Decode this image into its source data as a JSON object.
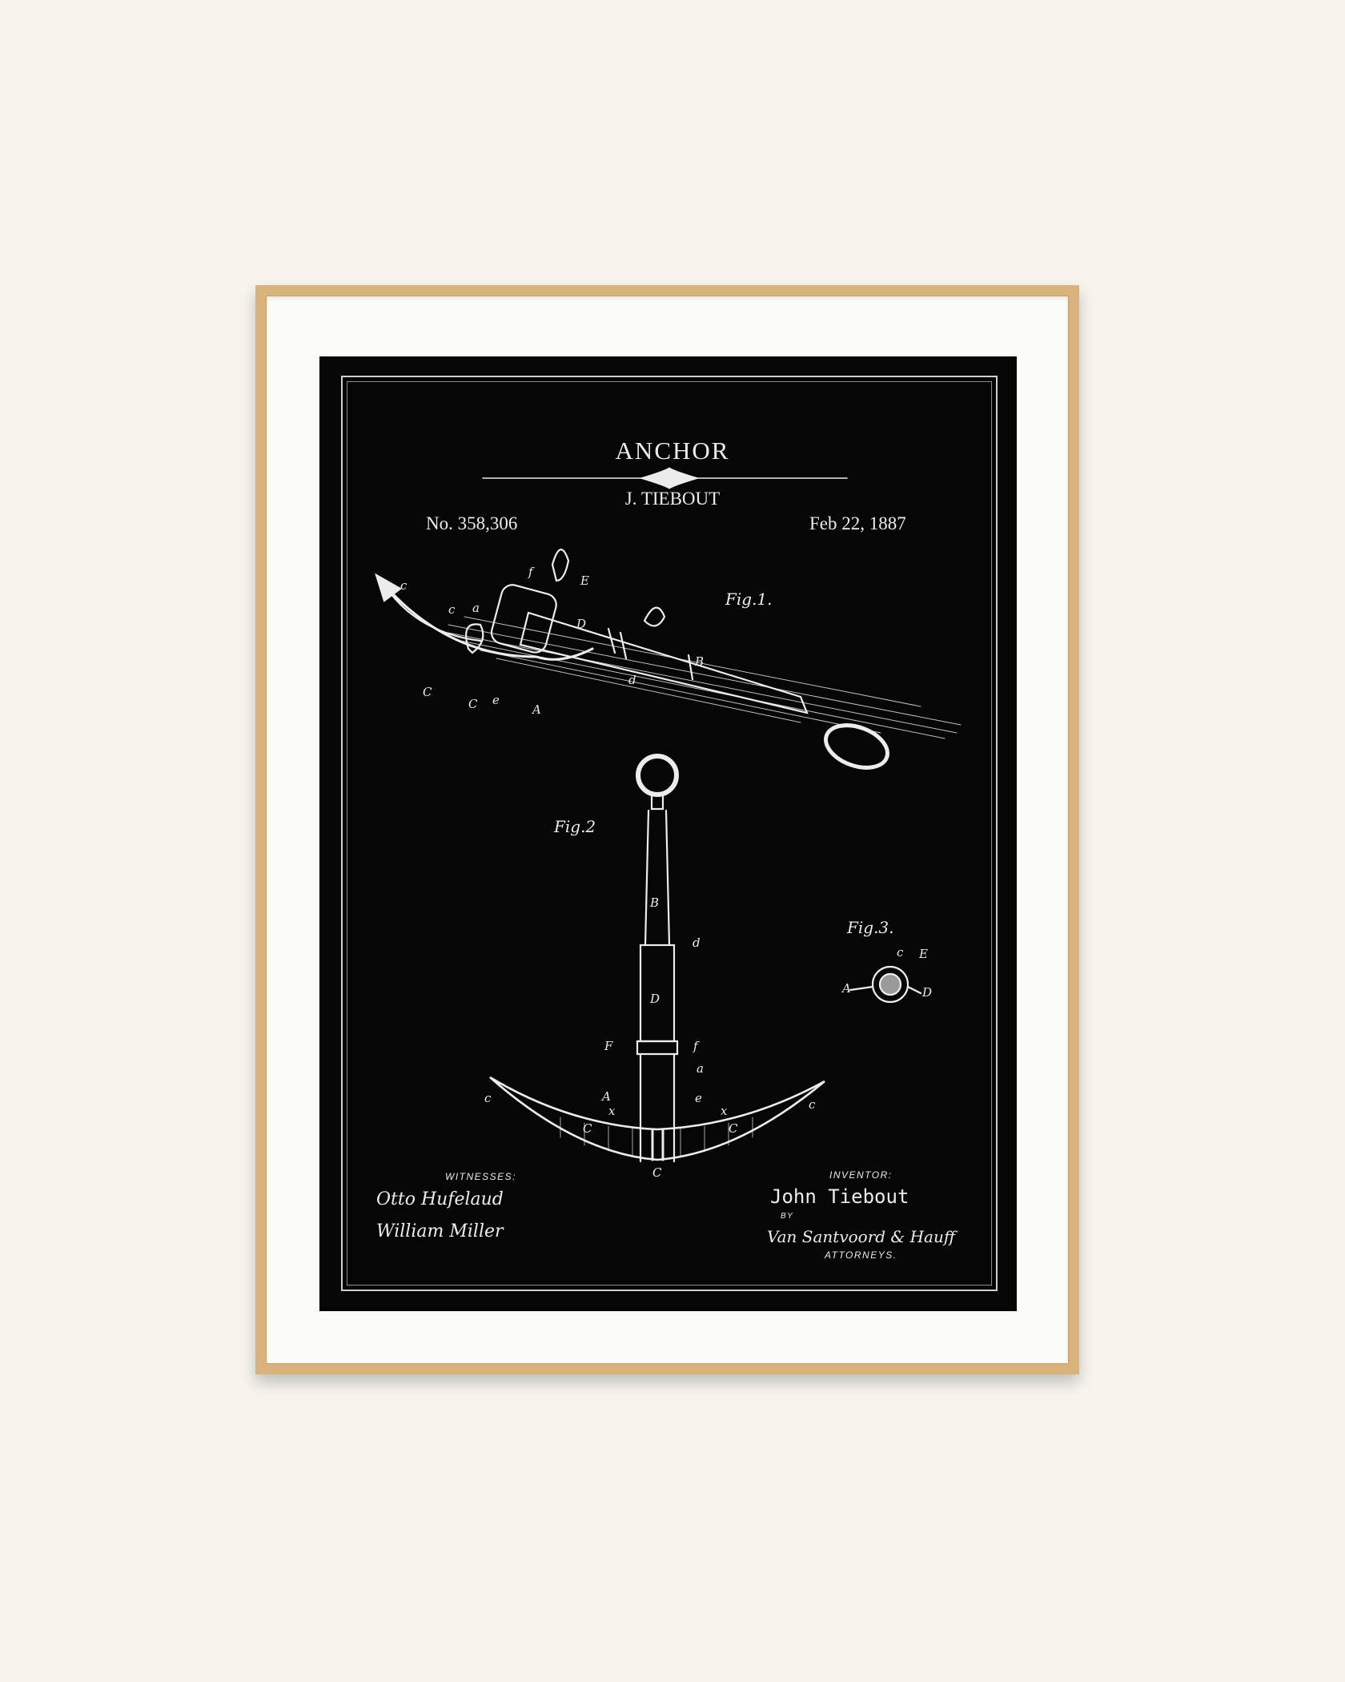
{
  "poster": {
    "title": "ANCHOR",
    "inventor_short": "J. TIEBOUT",
    "patent_number": "No. 358,306",
    "date": "Feb 22, 1887",
    "figures": [
      "Fig.1.",
      "Fig.2",
      "Fig.3."
    ],
    "witnesses_caption": "WITNESSES:",
    "witness_signatures": [
      "Otto Hufelaud",
      "William Miller"
    ],
    "inventor_caption": "INVENTOR:",
    "inventor_signature": "John Tiebout",
    "by_caption": "BY",
    "attorney_signature": "Van Santvoord & Hauff",
    "attorneys_caption": "ATTORNEYS.",
    "part_labels": [
      "c",
      "c",
      "a",
      "f",
      "E",
      "D",
      "B",
      "d",
      "C",
      "C",
      "e",
      "A",
      "B",
      "d",
      "D",
      "F",
      "f",
      "a",
      "A",
      "e",
      "x",
      "x",
      "c",
      "c",
      "C",
      "C",
      "C",
      "c",
      "E",
      "A",
      "D"
    ]
  },
  "colors": {
    "background": "#f7f4ee",
    "frame": "#d9b37e",
    "mat": "#fbfbfa",
    "print": "#060606",
    "ink": "#ececec"
  }
}
